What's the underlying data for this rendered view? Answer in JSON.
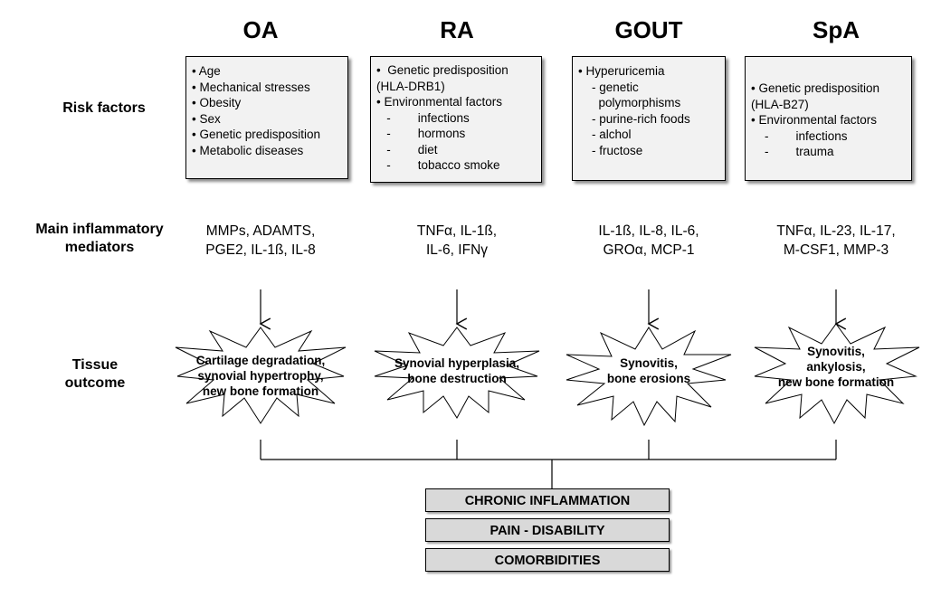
{
  "columns": [
    {
      "title": "OA",
      "risk": [
        "• Age",
        "• Mechanical stresses",
        "• Obesity",
        "• Sex",
        "• Genetic predisposition",
        "• Metabolic diseases"
      ],
      "mediators": [
        "MMPs, ADAMTS,",
        "PGE2, IL-1ß, IL-8"
      ],
      "outcome": [
        "Cartilage degradation,",
        "synovial hypertrophy,",
        "new bone formation"
      ]
    },
    {
      "title": "RA",
      "risk": [
        "•  Genetic predisposition",
        "(HLA-DRB1)",
        "• Environmental factors",
        "   -        infections",
        "   -        hormons",
        "   -        diet",
        "   -        tobacco smoke"
      ],
      "mediators": [
        "TNFα, IL-1ß,",
        "IL-6, IFNγ"
      ],
      "outcome": [
        "Synovial hyperplasia,",
        "bone destruction"
      ]
    },
    {
      "title": "GOUT",
      "risk": [
        "• Hyperuricemia",
        "    - genetic",
        "      polymorphisms",
        "    - purine-rich foods",
        "    - alchol",
        "    - fructose"
      ],
      "mediators": [
        "IL-1ß, IL-8, IL-6,",
        "GROα, MCP-1"
      ],
      "outcome": [
        "Synovitis,",
        "bone erosions"
      ]
    },
    {
      "title": "SpA",
      "risk": [
        "• Genetic predisposition",
        "(HLA-B27)",
        "• Environmental factors",
        "    -        infections",
        "    -        trauma"
      ],
      "mediators": [
        "TNFα, IL-23, IL-17,",
        "M-CSF1, MMP-3"
      ],
      "outcome": [
        "Synovitis,",
        "ankylosis,",
        "new bone formation"
      ]
    }
  ],
  "row_labels": {
    "risk": "Risk factors",
    "mediators": [
      "Main inflammatory",
      "mediators"
    ],
    "tissue": [
      "Tissue",
      "outcome"
    ]
  },
  "bottom_boxes": [
    "CHRONIC INFLAMMATION",
    "PAIN - DISABILITY",
    "COMORBIDITIES"
  ],
  "colors": {
    "box_fill": "#f2f2f2",
    "bottom_fill": "#d9d9d9",
    "line": "#000000"
  }
}
